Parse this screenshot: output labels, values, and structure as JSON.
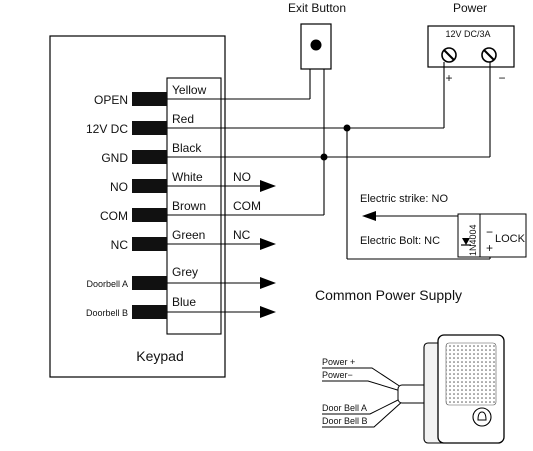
{
  "keypad": {
    "name": "Keypad",
    "terminals": [
      {
        "label": "OPEN",
        "wire": "Yellow",
        "out": ""
      },
      {
        "label": "12V DC",
        "wire": "Red",
        "out": ""
      },
      {
        "label": "GND",
        "wire": "Black",
        "out": ""
      },
      {
        "label": "NO",
        "wire": "White",
        "out": "NO"
      },
      {
        "label": "COM",
        "wire": "Brown",
        "out": "COM"
      },
      {
        "label": "NC",
        "wire": "Green",
        "out": "NC"
      },
      {
        "label": "Doorbell  A",
        "wire": "Grey",
        "out": ""
      },
      {
        "label": "Doorbell  B",
        "wire": "Blue",
        "out": ""
      }
    ]
  },
  "exit_button": {
    "label": "Exit Button"
  },
  "power": {
    "label": "Power",
    "rating": "12V DC/3A",
    "plus": "+",
    "minus": "−"
  },
  "lock": {
    "strike_label": "Electric strike: NO",
    "bolt_label": "Electric Bolt: NC",
    "diode": "1N4004",
    "name": "LOCK",
    "minus": "−",
    "plus": "+"
  },
  "supply_caption": "Common Power Supply",
  "doorbell": {
    "wires": [
      "Power +",
      "Power−",
      "Door Bell  A",
      "Door Bell  B"
    ]
  }
}
